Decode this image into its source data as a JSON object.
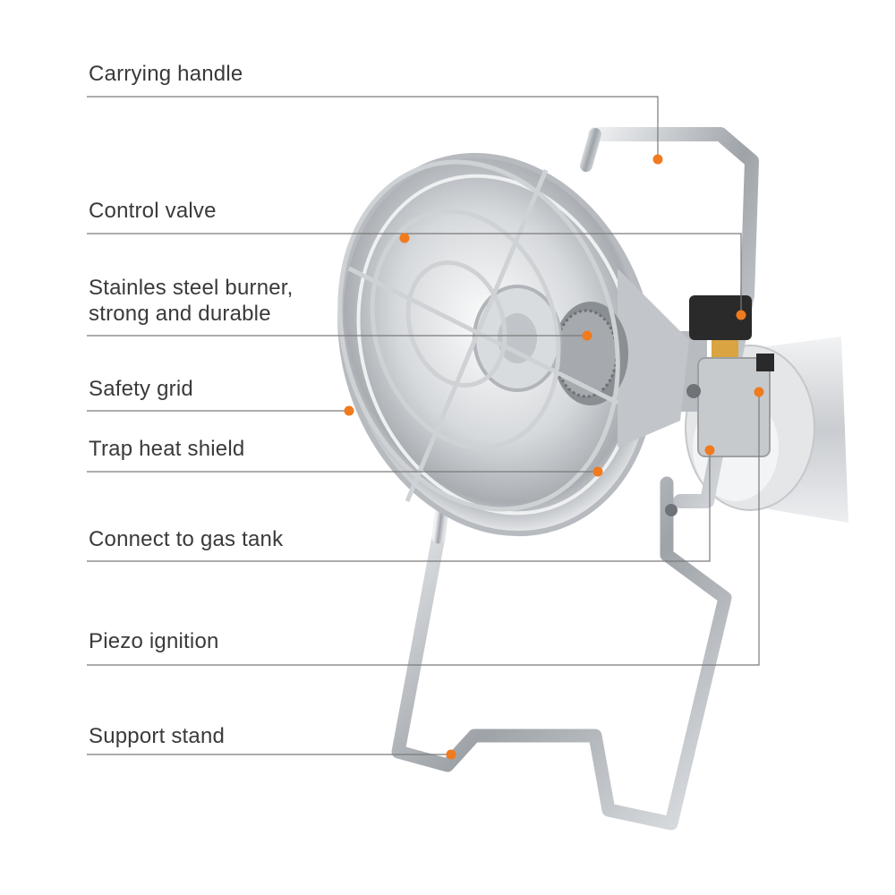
{
  "colors": {
    "marker": "#f07a1e",
    "leader": "#7a7a7a",
    "text": "#3a3a3a"
  },
  "callouts": [
    {
      "id": "carrying-handle",
      "lines": [
        "Carrying handle"
      ]
    },
    {
      "id": "control-valve",
      "lines": [
        "Control valve"
      ]
    },
    {
      "id": "burner",
      "lines": [
        "Stainles steel burner,",
        "strong and durable"
      ]
    },
    {
      "id": "safety-grid",
      "lines": [
        "Safety grid"
      ]
    },
    {
      "id": "heat-shield",
      "lines": [
        "Trap heat shield"
      ]
    },
    {
      "id": "gas-connector",
      "lines": [
        "Connect to gas tank"
      ]
    },
    {
      "id": "piezo-ignition",
      "lines": [
        "Piezo ignition"
      ]
    },
    {
      "id": "support-stand",
      "lines": [
        "Support stand"
      ]
    }
  ]
}
